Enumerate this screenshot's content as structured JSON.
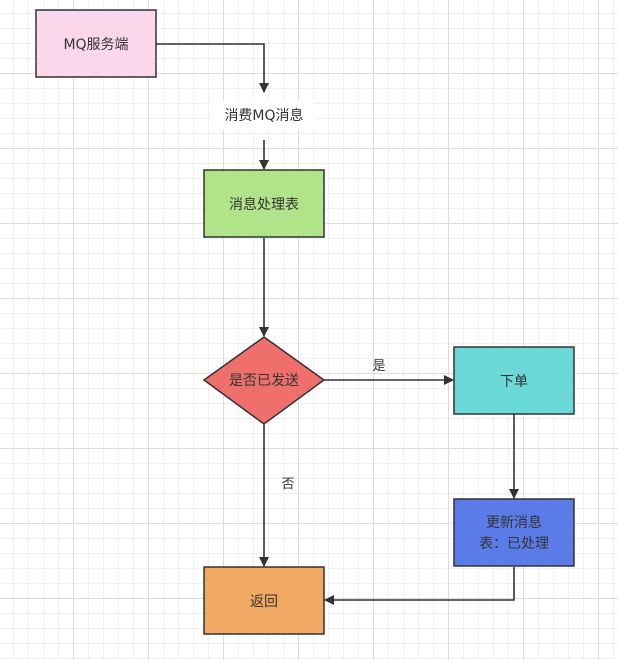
{
  "nodes": {
    "mq_server": {
      "label": "MQ服务端",
      "fill": "#FAD7EA"
    },
    "consume_label": {
      "label": "消费MQ消息"
    },
    "msg_table": {
      "label": "消息处理表",
      "fill": "#B0E38A"
    },
    "is_sent": {
      "label": "是否已发送",
      "fill": "#EE6F6C"
    },
    "place_order": {
      "label": "下单",
      "fill": "#6CD9D9"
    },
    "update_msg": {
      "label_line1": "更新消息",
      "label_line2": "表：已处理",
      "fill": "#5B7CE8"
    },
    "return": {
      "label": "返回",
      "fill": "#F0AA63"
    }
  },
  "edges": {
    "yes": {
      "label": "是"
    },
    "no": {
      "label": "否"
    }
  },
  "colors": {
    "stroke": "#333333",
    "grid_major": "#dcdcdc",
    "grid_minor": "#efefef"
  }
}
